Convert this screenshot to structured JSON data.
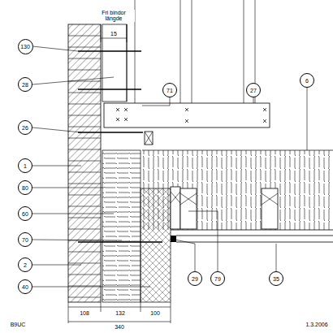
{
  "diagram": {
    "nodes": [
      {
        "text": [
          "130"
        ]
      },
      {
        "text": [
          "71"
        ]
      },
      {
        "text": [
          "27"
        ]
      },
      {
        "text": [
          "6"
        ]
      },
      {
        "text": [
          "28"
        ]
      },
      {
        "text": [
          "26"
        ]
      },
      {
        "text": [
          "1"
        ]
      },
      {
        "text": [
          "80"
        ]
      },
      {
        "text": [
          "60"
        ]
      },
      {
        "text": [
          "70"
        ]
      },
      {
        "text": [
          "2"
        ]
      },
      {
        "text": [
          "40"
        ]
      },
      {
        "text": [
          "29"
        ]
      },
      {
        "text": [
          "79"
        ]
      },
      {
        "text": [
          "35"
        ]
      }
    ],
    "labels": [
      "Fri bindor längde",
      "15",
      "108",
      "132",
      "100",
      "340",
      "B9UC",
      "1.3.2006"
    ]
  }
}
